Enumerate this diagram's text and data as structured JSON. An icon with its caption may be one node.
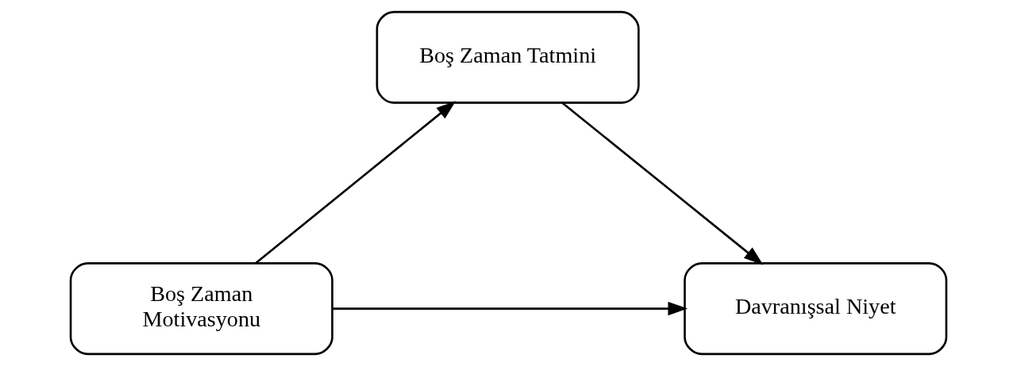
{
  "diagram": {
    "nodes": [
      {
        "text": [
          "Boş Zaman Tatmini"
        ]
      },
      {
        "text": [
          "Boş Zaman Motivasyonu"
        ]
      },
      {
        "text": [
          "Davranışsal Niyet"
        ]
      }
    ],
    "edges": [
      {
        "from": 1,
        "to": 0,
        "arrow": "to"
      },
      {
        "from": 0,
        "to": 2,
        "arrow": "to"
      },
      {
        "from": 1,
        "to": 2,
        "arrow": "to"
      }
    ]
  }
}
